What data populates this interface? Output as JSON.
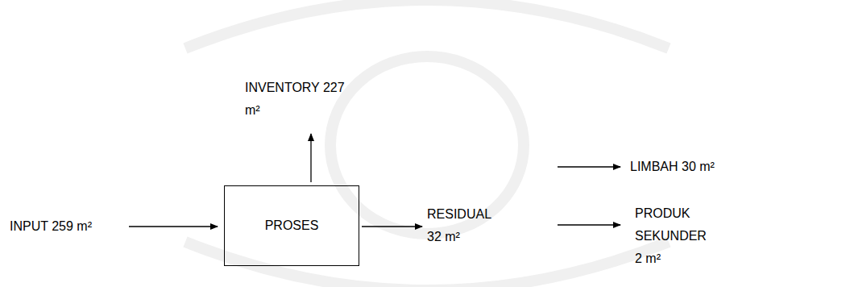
{
  "diagram": {
    "nodes": [
      {
        "text": [
          "PROSES"
        ]
      }
    ],
    "labels": [
      "INVENTORY 227 m²",
      "INPUT 259 m²",
      "RESIDUAL 32 m²",
      "LIMBAH 30 m²",
      "PRODUK SEKUNDER 2 m²"
    ]
  }
}
